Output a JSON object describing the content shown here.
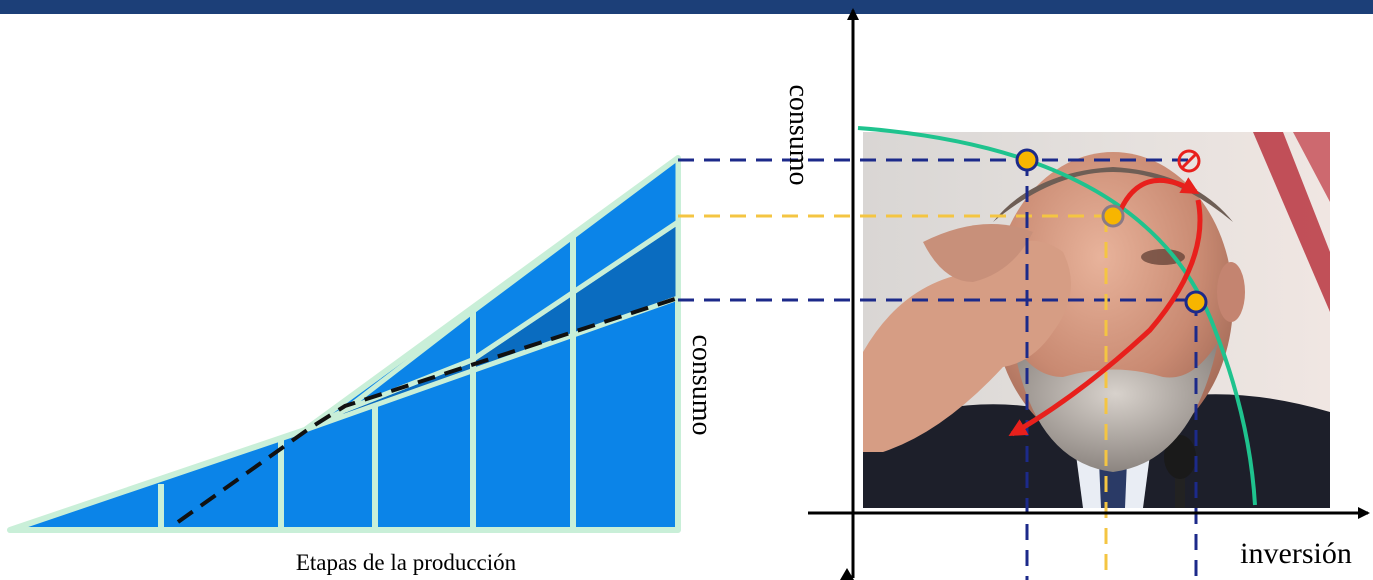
{
  "header": {
    "title": ""
  },
  "triangle": {
    "caption": "Etapas de la producción",
    "side_label": "consumo",
    "fill_color": "#0b84e8",
    "dark_fill_color": "#0a6cc0",
    "edge_color": "#c9efd8"
  },
  "ppf_chart": {
    "y_label": "consumo",
    "x_label": "inversión",
    "curve_color": "#1fc38e",
    "guide_blue": "#1c2a8a",
    "guide_yellow": "#f4c542",
    "arrow_color": "#e8201c",
    "point_yellow": "#f7b500"
  },
  "photo": {
    "description_icon": "man-rubbing-eye-photo"
  }
}
